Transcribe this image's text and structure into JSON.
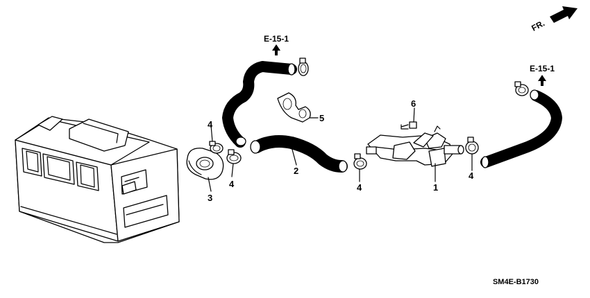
{
  "references": {
    "top_center": "E-15-1",
    "top_right": "E-15-1"
  },
  "direction": {
    "label": "FR."
  },
  "callouts": {
    "valve": "1",
    "hose_middle": "2",
    "grommet": "3",
    "clamp_upper_left": "4",
    "clamp_lower_left": "4",
    "clamp_center": "4",
    "clamp_right": "4",
    "clamp_holder": "5",
    "bolt": "6"
  },
  "diagram_code": "SM4E-B1730"
}
